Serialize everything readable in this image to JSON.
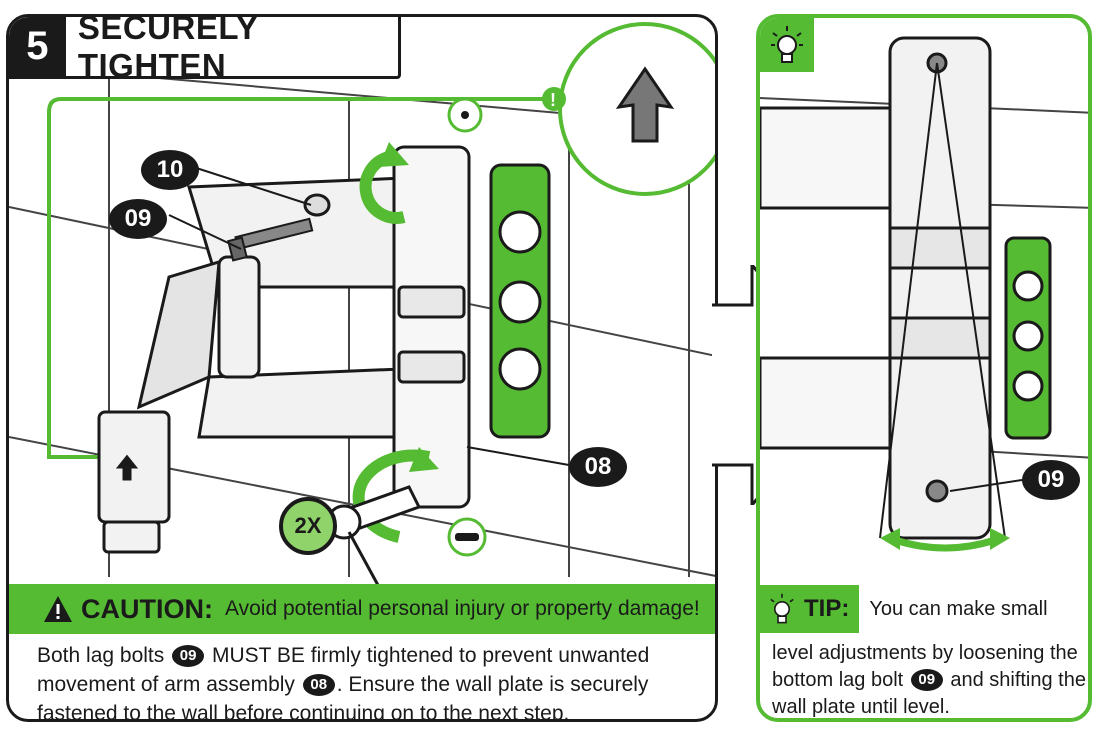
{
  "step": {
    "number": "5",
    "title": "SECURELY TIGHTEN"
  },
  "callouts": {
    "washer": "10",
    "bolt": "09",
    "arm": "08",
    "tip_bolt": "09",
    "multiplier": "2X"
  },
  "caution": {
    "label": "CAUTION:",
    "text": "Avoid potential personal injury or property damage!",
    "body_pre": "Both lag bolts",
    "body_ref1": "09",
    "body_mid": "MUST BE firmly tightened to prevent unwanted movement of arm assembly",
    "body_ref2": "08",
    "body_post": ". Ensure the wall plate is securely fastened to the wall before continuing on to the next step."
  },
  "tip": {
    "label": "TIP:",
    "line1": "You can make small",
    "body_pre": "level adjustments by loosening the bottom lag bolt",
    "body_ref": "09",
    "body_post": "and shifting the wall plate until level."
  },
  "colors": {
    "accent": "#55bb33",
    "dark": "#1a1a1a",
    "light_green": "#8fd36a"
  },
  "icons": [
    "warning-icon",
    "lightbulb-icon",
    "arrow-up-icon",
    "rotate-arrow-icon"
  ]
}
